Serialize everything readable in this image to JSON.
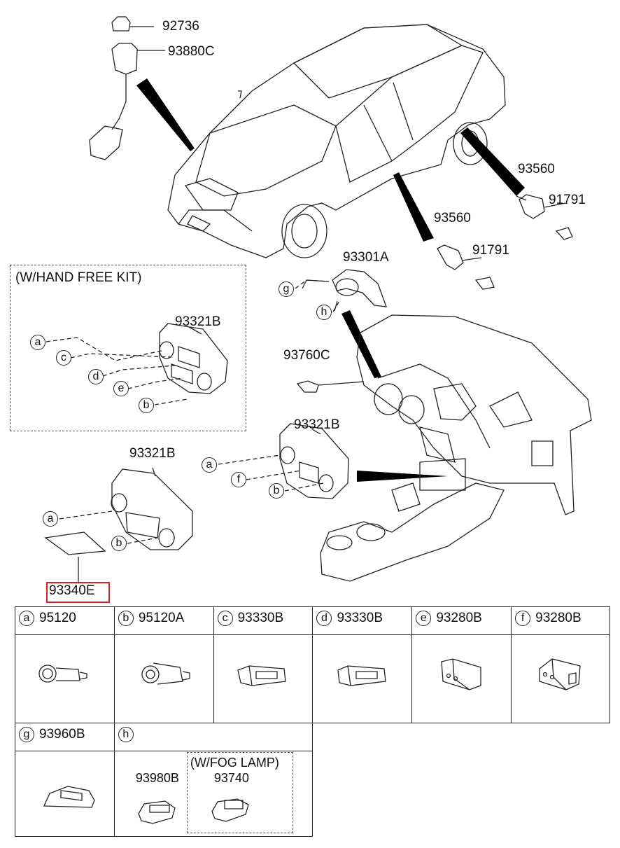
{
  "part_numbers": {
    "p92736": "92736",
    "p93880c": "93880C",
    "p93560_top": "93560",
    "p91791_top": "91791",
    "p93560_mid": "93560",
    "p91791_mid": "91791",
    "p93301a": "93301A",
    "p93760c": "93760C",
    "p93321b_kit": "93321B",
    "p93321b_center": "93321B",
    "p93321b_left": "93321B",
    "p93340e": "93340E"
  },
  "hand_free_kit_label": "(W/HAND FREE KIT)",
  "callouts": {
    "a": "a",
    "b": "b",
    "c": "c",
    "d": "d",
    "e": "e",
    "f": "f",
    "g": "g",
    "h": "h"
  },
  "parts_table": [
    {
      "letter": "a",
      "part": "95120"
    },
    {
      "letter": "b",
      "part": "95120A"
    },
    {
      "letter": "c",
      "part": "93330B"
    },
    {
      "letter": "d",
      "part": "93330B"
    },
    {
      "letter": "e",
      "part": "93280B"
    },
    {
      "letter": "f",
      "part": "93280B"
    },
    {
      "letter": "g",
      "part": "93960B"
    },
    {
      "letter": "h",
      "part": ""
    }
  ],
  "h_cell": {
    "part_left": "93980B",
    "fog_lamp_label": "(W/FOG LAMP)",
    "part_right": "93740"
  },
  "highlight_color": "#e02020"
}
